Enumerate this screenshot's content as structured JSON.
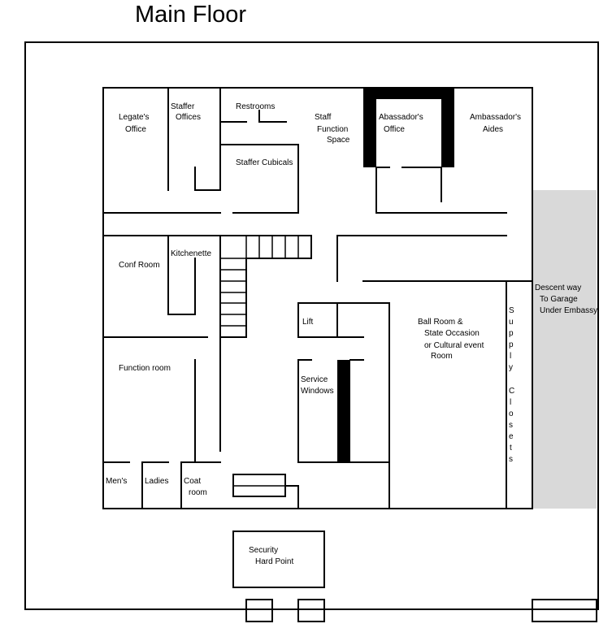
{
  "title": "Main Floor",
  "colors": {
    "wall": "#000000",
    "ramp": "#d9d9d9",
    "background": "#ffffff"
  },
  "rooms": {
    "legates_office": [
      "Legate's",
      "Office"
    ],
    "staffer_offices": [
      "Staffer",
      "Offices"
    ],
    "restrooms": [
      "Restrooms"
    ],
    "staff_function_space": [
      "Staff",
      "Function",
      "Space"
    ],
    "abassadors_office": [
      "Abassador's",
      "Office"
    ],
    "ambassadors_aides": [
      "Ambassador's",
      "Aides"
    ],
    "staffer_cubicals": [
      "Staffer Cubicals"
    ],
    "conf_room": [
      "Conf Room"
    ],
    "kitchenette": [
      "Kitchenette"
    ],
    "descent_way": [
      "Descent way",
      "To Garage",
      "Under Embassy"
    ],
    "lift": [
      "Lift"
    ],
    "ball_room": [
      "Ball Room &",
      "State Occasion",
      "or Cultural event",
      "Room"
    ],
    "supply_closets": [
      "S",
      "u",
      "p",
      "p",
      "l",
      "y",
      "C",
      "l",
      "o",
      "s",
      "e",
      "t",
      "s"
    ],
    "function_room": [
      "Function room"
    ],
    "service_windows": [
      "Service",
      "Windows"
    ],
    "mens": [
      "Men's"
    ],
    "ladies": [
      "Ladies"
    ],
    "coat_room": [
      "Coat",
      "room"
    ],
    "security": [
      "Security",
      "Hard Point"
    ]
  }
}
